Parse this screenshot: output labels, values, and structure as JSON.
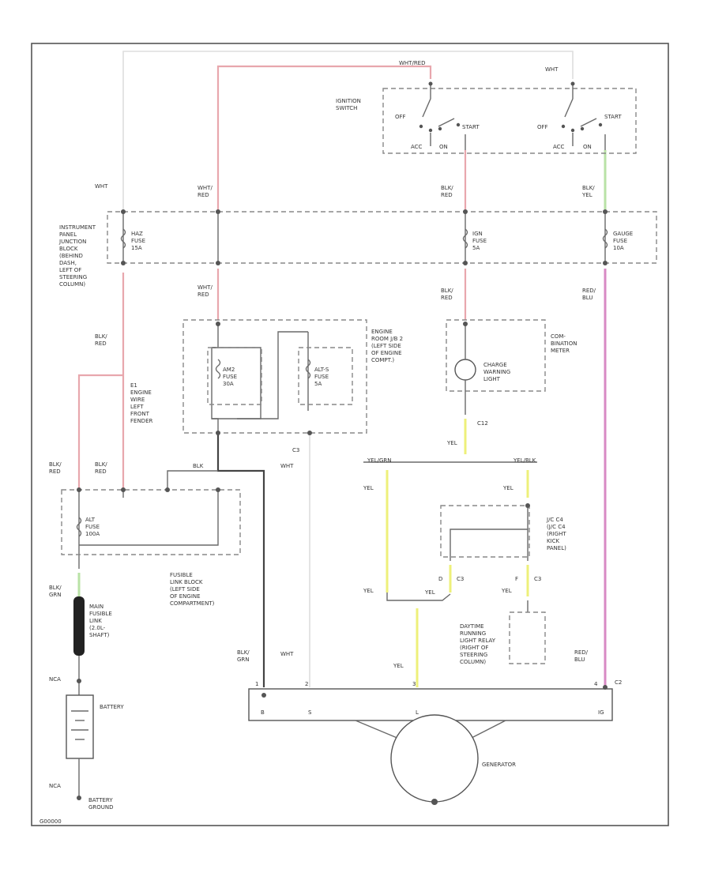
{
  "labels": {
    "wht_red_top": "WHT/RED",
    "wht_top_right": "WHT",
    "ignition_switch": [
      "IGNITION",
      "SWITCH"
    ],
    "sw1": {
      "off": "OFF",
      "start": "START",
      "acc": "ACC",
      "on": "ON"
    },
    "sw2": {
      "off": "OFF",
      "start": "START",
      "acc": "ACC",
      "on": "ON"
    },
    "wht_left": "WHT",
    "wht_red_a": [
      "WHT/",
      "RED"
    ],
    "blk_red_a": [
      "BLK/",
      "RED"
    ],
    "blk_yel_a": [
      "BLK/",
      "YEL"
    ],
    "instrument_panel": [
      "INSTRUMENT",
      "PANEL",
      "JUNCTION",
      "BLOCK",
      "(BEHIND",
      "DASH,",
      "LEFT OF",
      "STEERING",
      "COLUMN)"
    ],
    "h_fuse": [
      "HAZ",
      "FUSE",
      "15A"
    ],
    "ign_fuse": [
      "IGN",
      "FUSE",
      "5A"
    ],
    "gauge_fuse": [
      "GAUGE",
      "FUSE",
      "10A"
    ],
    "wht_red_b": [
      "WHT/",
      "RED"
    ],
    "blk_red_b": [
      "BLK/",
      "RED"
    ],
    "red_blu_top": [
      "RED/",
      "BLU"
    ],
    "blk_red_c": [
      "BLK/",
      "RED"
    ],
    "engine_room": [
      "ENGINE",
      "ROOM J/B 2",
      "(LEFT SIDE",
      "OF ENGINE",
      "COMPT.)"
    ],
    "am2_fuse": [
      "AM2",
      "FUSE",
      "30A"
    ],
    "alts_fuse": [
      "ALT-S",
      "FUSE",
      "5A"
    ],
    "combination_meter": [
      "COM-",
      "BINATION",
      "METER"
    ],
    "charge_light": [
      "CHARGE",
      "WARNING",
      "LIGHT"
    ],
    "engine_junction": [
      "E1",
      "ENGINE",
      "WIRE",
      "LEFT",
      "FRONT",
      "FENDER"
    ],
    "yel_c": "YEL",
    "c12": "C12",
    "blk_red_d": [
      "BLK/",
      "RED"
    ],
    "blk_red_e": [
      "BLK/",
      "RED"
    ],
    "blk": "BLK",
    "wht_c3": "WHT",
    "c3": "C3",
    "yel_grn": "YEL/GRN",
    "yel_blk": "YEL/BLK",
    "yel_l": "YEL",
    "yel_r": "YEL",
    "alt_fuse": [
      "ALT",
      "FUSE",
      "100A"
    ],
    "fusible_link_block": [
      "FUSIBLE",
      "LINK BLOCK",
      "(LEFT SIDE",
      "OF ENGINE",
      "COMPARTMENT)"
    ],
    "jc_conn": [
      "J/C C4",
      "(J/C C4",
      "(RIGHT",
      "KICK",
      "PANEL)"
    ],
    "jc_pins": [
      "D",
      "C3",
      "F",
      "C3"
    ],
    "yel_m1": "YEL",
    "yel_m2": "YEL",
    "yel_m3": "YEL",
    "blk_grn": [
      "BLK/",
      "GRN"
    ],
    "main_fuse": [
      "MAIN",
      "FUSIBLE",
      "LINK",
      "(2.0L-",
      "SHAFT)"
    ],
    "drl_relay": [
      "DAYTIME",
      "RUNNING",
      "LIGHT RELAY",
      "(RIGHT OF",
      "STEERING",
      "COLUMN)"
    ],
    "blk_grn_2": [
      "BLK/",
      "GRN"
    ],
    "wht_2": "WHT",
    "yel_bottom": "YEL",
    "red_blu_bot": [
      "RED/",
      "BLU"
    ],
    "battery": "BATTERY",
    "nca1": "NCA",
    "nca2": "NCA",
    "battery_ground": [
      "BATTERY",
      "GROUND"
    ],
    "generator": "GENERATOR",
    "gen_terms": [
      "B",
      "S",
      "L",
      "IG"
    ],
    "pins": {
      "b1": "1",
      "b2": "2",
      "b3": "3",
      "b4": "4",
      "c2": "C2"
    },
    "footer": "G00000"
  },
  "colors": {
    "wht_red": "#e8a7ad",
    "red_blu": "#d88ac4",
    "yel": "#eef07a",
    "grn": "#b9e2a6",
    "blk": "#444444",
    "wht": "#dedede"
  }
}
